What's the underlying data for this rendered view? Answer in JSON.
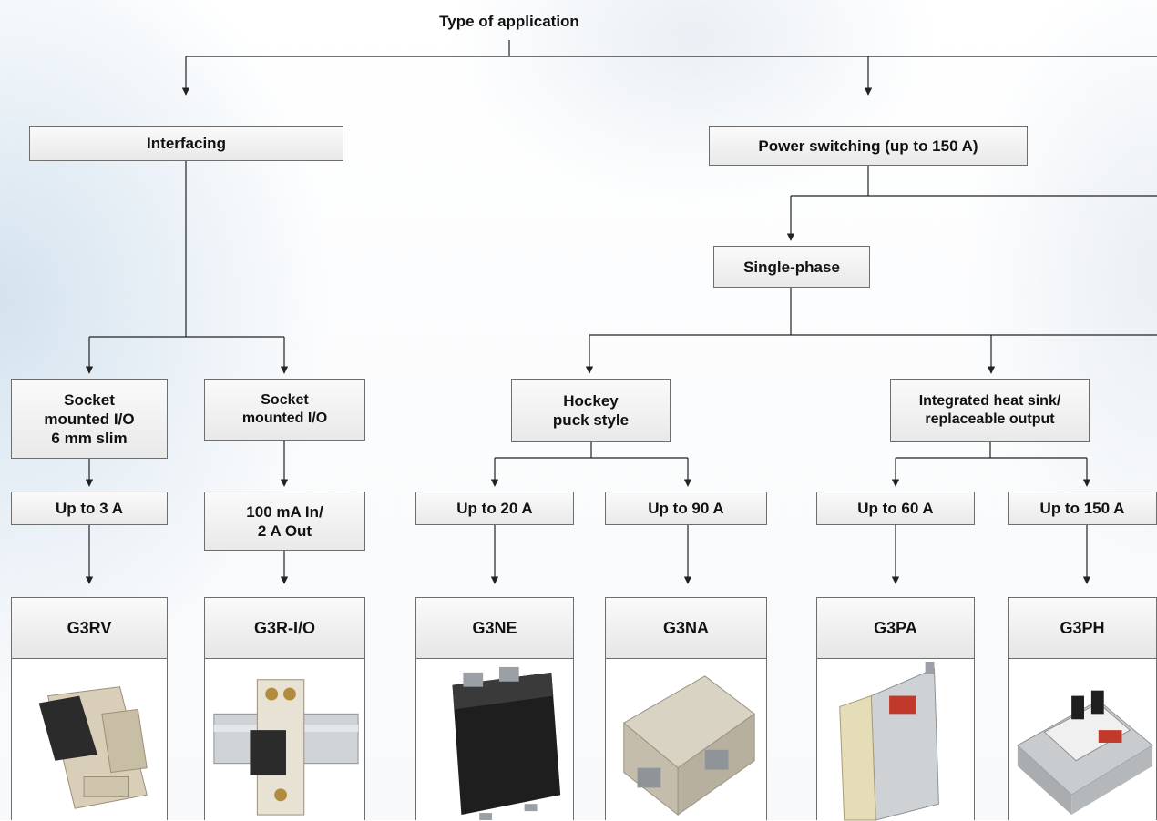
{
  "title": "Type of application",
  "categories": {
    "interfacing": "Interfacing",
    "power_switching": "Power switching (up to 150 A)",
    "single_phase": "Single-phase"
  },
  "types": {
    "socket_slim": "Socket\nmounted I/O\n6 mm slim",
    "socket_io": "Socket\nmounted I/O",
    "hockey_puck": "Hockey\npuck style",
    "heat_sink": "Integrated heat sink/\nreplaceable output"
  },
  "ratings": {
    "up_to_3a": "Up to 3 A",
    "in_out": "100 mA In/\n2 A Out",
    "up_to_20a": "Up to 20 A",
    "up_to_90a": "Up to 90 A",
    "up_to_60a": "Up to 60 A",
    "up_to_150a": "Up to 150 A"
  },
  "products": {
    "g3rv": "G3RV",
    "g3r_io": "G3R-I/O",
    "g3ne": "G3NE",
    "g3na": "G3NA",
    "g3pa": "G3PA",
    "g3ph": "G3PH"
  },
  "colors": {
    "line": "#222222",
    "box_border": "#6e6e6e",
    "box_fill_top": "#fafafa",
    "box_fill_bottom": "#e9e9e9"
  }
}
